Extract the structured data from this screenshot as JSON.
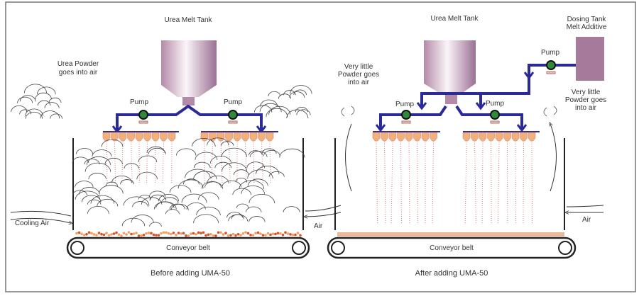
{
  "left_panel": {
    "tank_label": "Urea Melt Tank",
    "powder_label_1": "Urea Powder",
    "powder_label_2": "goes into air",
    "pump_left": "Pump",
    "pump_right": "Pump",
    "cooling_air": "Cooling Air",
    "air": "Air",
    "belt": "Conveyor belt",
    "caption": "Before adding UMA-50"
  },
  "right_panel": {
    "tank_label": "Urea Melt Tank",
    "dosing_label_1": "Dosing Tank",
    "dosing_label_2": "Melt Additive",
    "powder_left_1": "Very little",
    "powder_left_2": "Powder goes",
    "powder_left_3": "into air",
    "powder_right_1": "Very little",
    "powder_right_2": "Powder goes",
    "powder_right_3": "into air",
    "pump_left": "Pump",
    "pump_right": "Pump",
    "pump_dosing": "Pump",
    "air": "Air",
    "belt": "Conveyor belt",
    "caption": "After adding UMA-50"
  },
  "colors": {
    "pipe": "#2a2a9a",
    "pump": "#2f8a3a",
    "tank": "#b48aa8",
    "nozzle": "#f2b07a",
    "spray": "#d98080"
  }
}
